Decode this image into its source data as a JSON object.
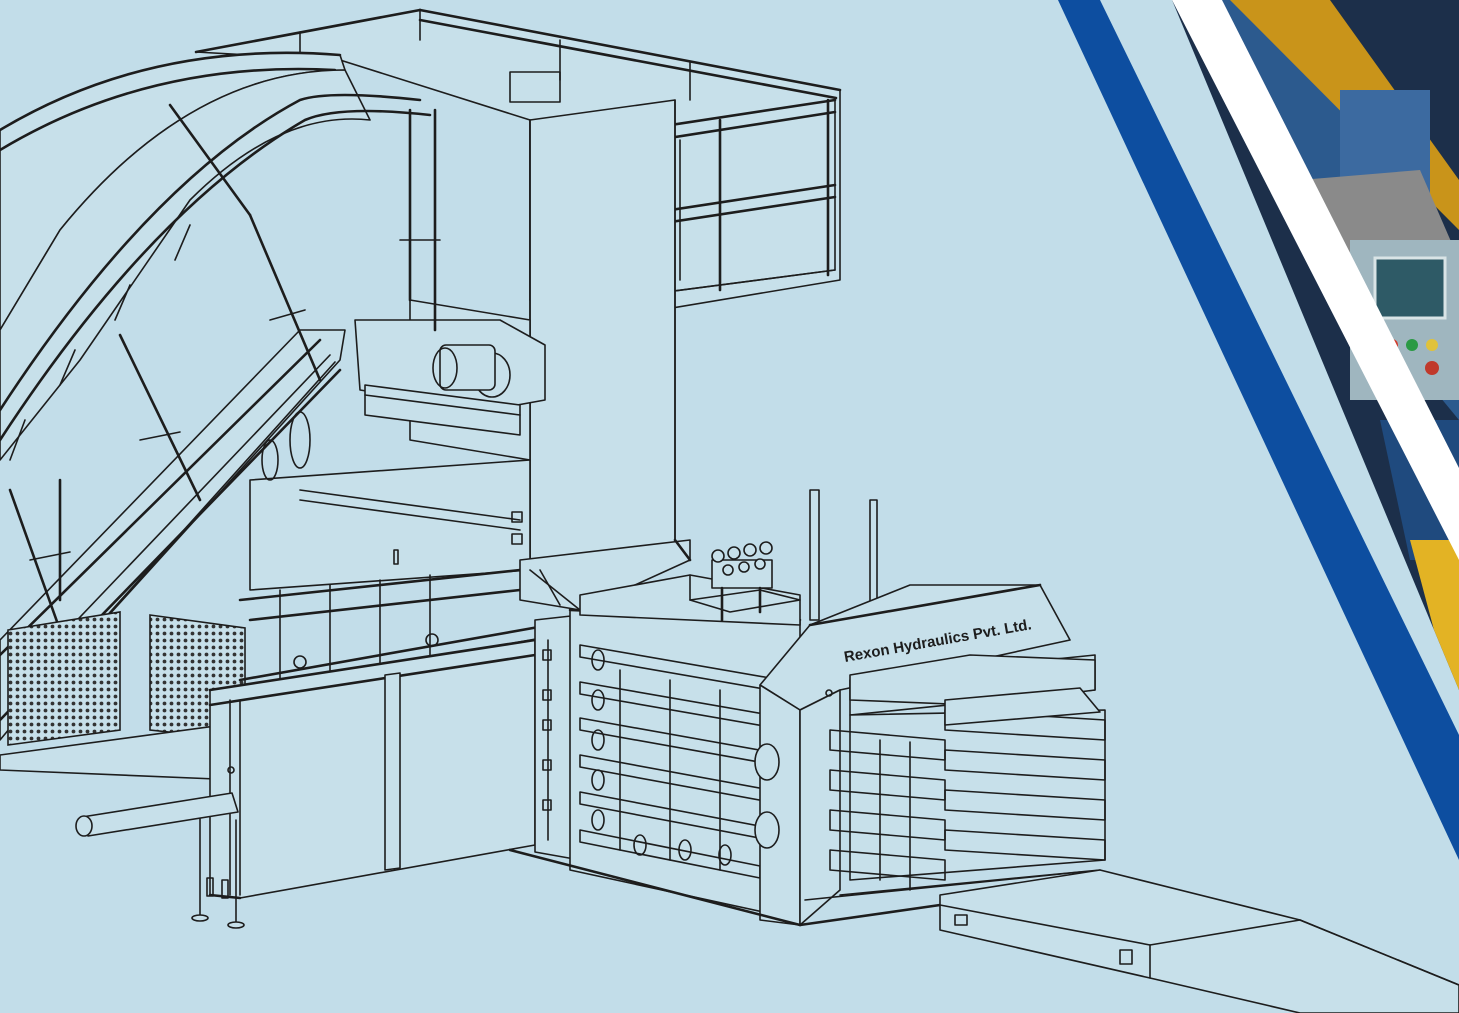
{
  "brand_label": "Rexon Hydraulics Pvt. Ltd.",
  "colors": {
    "background": "#c2dde9",
    "stripe_blue": "#0d4ea0",
    "stripe_white": "#ffffff",
    "photo_dark": "#1c2f4a",
    "photo_yellow": "#d8a21c",
    "line": "#1d1d1d"
  },
  "illustration": {
    "subject": "baler-machine-line-drawing",
    "photo_subject": "baler-control-panel-photo"
  }
}
